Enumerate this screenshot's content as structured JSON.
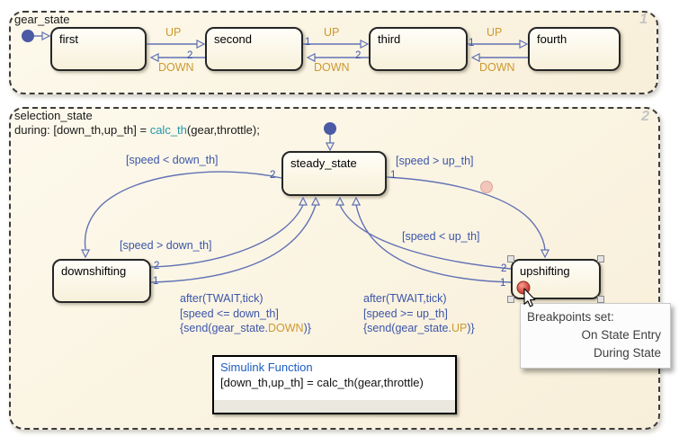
{
  "gear_state": {
    "title": "gear_state",
    "order_badge": "1",
    "states": {
      "first": "first",
      "second": "second",
      "third": "third",
      "fourth": "fourth"
    },
    "events": {
      "up": "UP",
      "down": "DOWN"
    },
    "numbers": {
      "one": "1",
      "two": "2"
    }
  },
  "selection_state": {
    "title": "selection_state",
    "order_badge": "2",
    "during": {
      "prefix": "during: [down_th,up_th] = ",
      "fn": "calc_th",
      "suffix": "(gear,throttle);"
    },
    "states": {
      "steady": "steady_state",
      "downshifting": "downshifting",
      "upshifting": "upshifting"
    },
    "labels": {
      "speed_lt_down": "[speed < down_th]",
      "speed_gt_up": "[speed > up_th]",
      "speed_gt_down": "[speed > down_th]",
      "speed_lt_up": "[speed < up_th]",
      "after": "after(TWAIT,tick)",
      "cond_down": "[speed <= down_th]",
      "cond_up": "[speed >= up_th]",
      "send_prefix": "{send(gear_state.",
      "send_suffix": ")}",
      "evt_down": "DOWN",
      "evt_up": "UP"
    },
    "numbers": {
      "one": "1",
      "two": "2"
    }
  },
  "function_box": {
    "title": "Simulink Function",
    "signature": "[down_th,up_th] = calc_th(gear,throttle)"
  },
  "tooltip": {
    "title": "Breakpoints set:",
    "lines": [
      "On State Entry",
      "During State"
    ]
  },
  "colors": {
    "transition_blue": "#6272b4",
    "label_blue": "#3b55a9",
    "event_orange": "#cc992e",
    "function_teal": "#2297a8",
    "container_fill": "#faf3e1",
    "breakpoint_red": "#c0392b"
  }
}
